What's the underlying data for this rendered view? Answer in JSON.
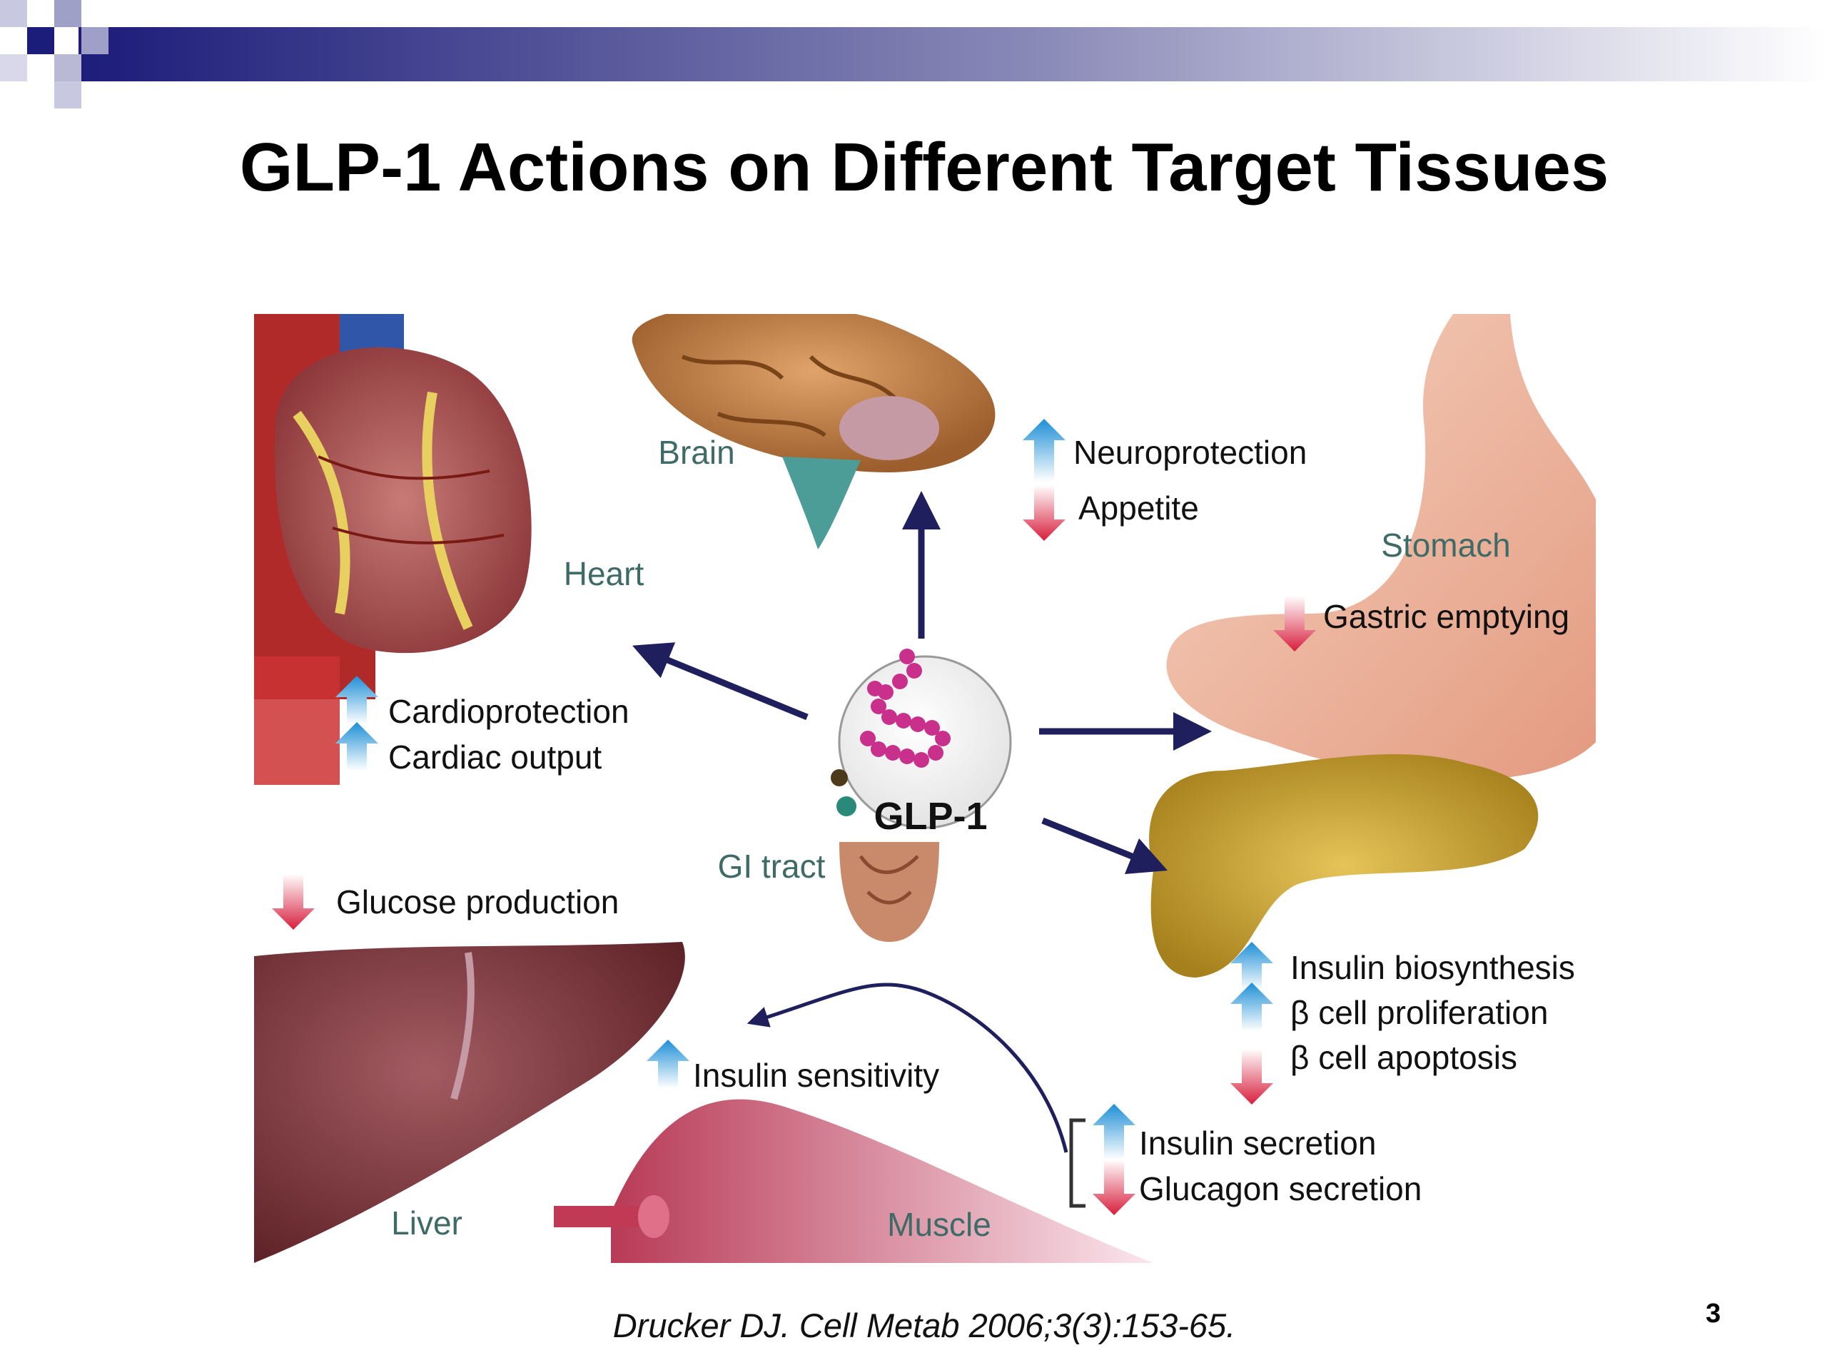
{
  "slide": {
    "title": "GLP-1 Actions on Different Target Tissues",
    "citation": "Drucker DJ. Cell Metab 2006;3(3):153-65.",
    "page_number": "3"
  },
  "diagram": {
    "center_label": "GLP-1",
    "organs": {
      "brain": "Brain",
      "heart": "Heart",
      "stomach": "Stomach",
      "gi_tract": "GI tract",
      "liver": "Liver",
      "muscle": "Muscle"
    },
    "effects": {
      "neuroprotection": "Neuroprotection",
      "appetite": "Appetite",
      "gastric_emptying": "Gastric emptying",
      "cardioprotection": "Cardioprotection",
      "cardiac_output": "Cardiac output",
      "glucose_production": "Glucose production",
      "insulin_sensitivity": "Insulin sensitivity",
      "insulin_biosynthesis": "Insulin biosynthesis",
      "beta_cell_proliferation": "β cell proliferation",
      "beta_cell_apoptosis": "β cell apoptosis",
      "insulin_secretion": "Insulin secretion",
      "glucagon_secretion": "Glucagon secretion"
    },
    "colors": {
      "increase_arrow": "#1e8fd6",
      "decrease_arrow": "#d81e3c",
      "pathway_arrow": "#1f1f5e",
      "organ_label": "#3f6b66",
      "header_bar": "#1c1c7a"
    }
  }
}
